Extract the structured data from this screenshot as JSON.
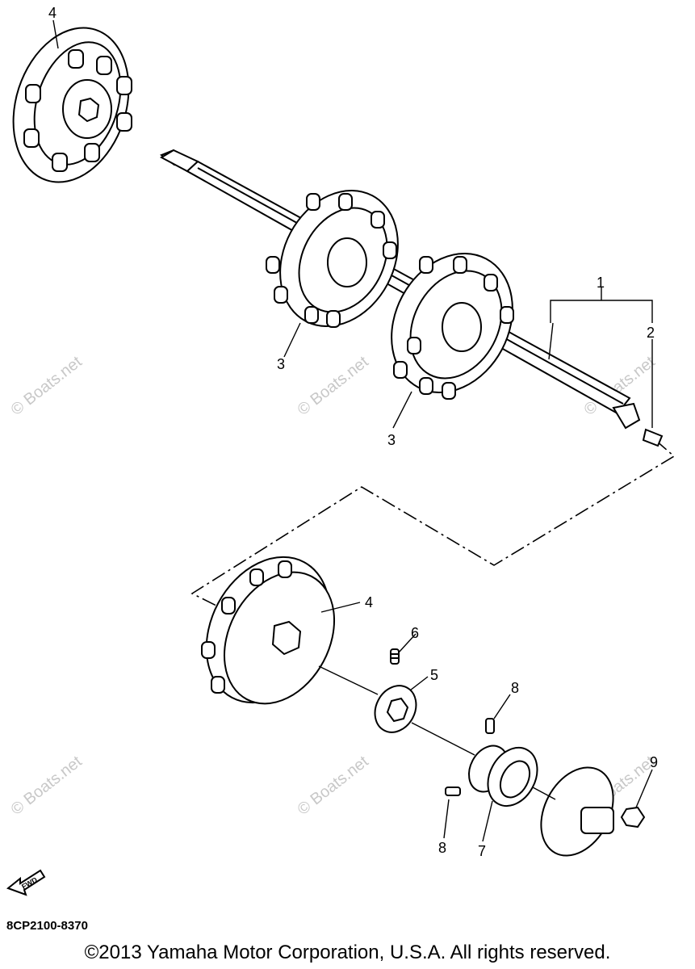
{
  "diagram": {
    "callouts": [
      "1",
      "2",
      "3",
      "3",
      "4",
      "4",
      "5",
      "6",
      "7",
      "8",
      "8",
      "9"
    ],
    "fwd_label": "FWD",
    "part_code": "8CP2100-8370",
    "copyright": "©2013 Yamaha Motor Corporation, U.S.A. All rights reserved.",
    "watermark": "© Boats.net"
  }
}
